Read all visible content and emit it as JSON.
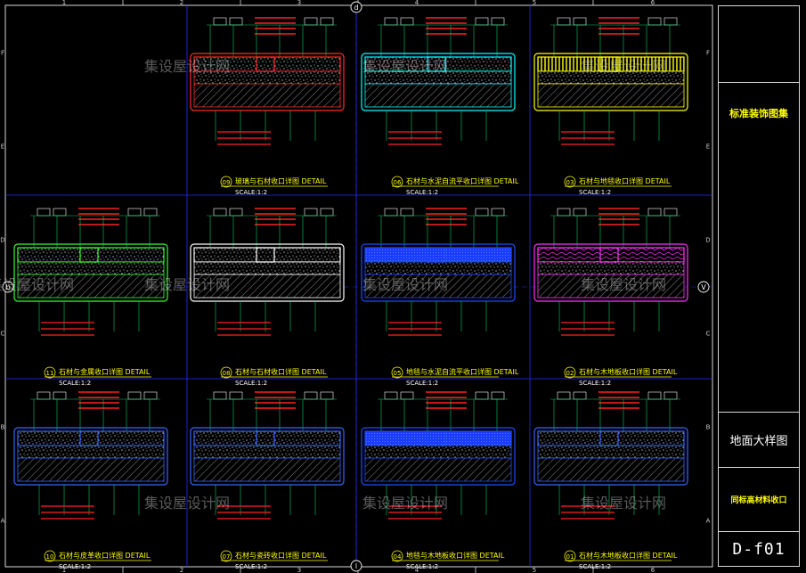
{
  "drawing": {
    "column_labels": [
      "1",
      "2",
      "3",
      "4",
      "5",
      "6"
    ],
    "row_labels": [
      "F",
      "E",
      "D",
      "C",
      "B",
      "A"
    ],
    "axis_markers": {
      "top": "d",
      "bottom": "l",
      "left": "b",
      "right": "V"
    },
    "watermark": "集设屋设计网",
    "detail_suffix": "DETAIL",
    "details": [
      {
        "num": "09",
        "title": "玻璃与石材收口详图",
        "scale": "SCALE:1:2",
        "color": "#ff2a2a",
        "fill": "stone"
      },
      {
        "num": "06",
        "title": "石材与水泥自流平收口详图",
        "scale": "SCALE:1:2",
        "color": "#00ffff",
        "fill": "stone"
      },
      {
        "num": "03",
        "title": "石材与地毯收口详图",
        "scale": "SCALE:1:2",
        "color": "#ffff00",
        "fill": "carpet"
      },
      {
        "num": "11",
        "title": "石材与金属收口详图",
        "scale": "SCALE:1:2",
        "color": "#33ff33",
        "fill": "stone"
      },
      {
        "num": "08",
        "title": "石材与石材收口详图",
        "scale": "SCALE:1:2",
        "color": "#ffffff",
        "fill": "stone"
      },
      {
        "num": "05",
        "title": "地毯与水泥自流平收口详图",
        "scale": "SCALE:1:2",
        "color": "#1a4dff",
        "fill": "blue"
      },
      {
        "num": "02",
        "title": "石材与木地板收口详图",
        "scale": "SCALE:1:2",
        "color": "#ff33ff",
        "fill": "wood"
      },
      {
        "num": "10",
        "title": "石材与皮革收口详图",
        "scale": "SCALE:1:2",
        "color": "#3366ff",
        "fill": "stone"
      },
      {
        "num": "07",
        "title": "石材与瓷砖收口详图",
        "scale": "SCALE:1:2",
        "color": "#3366ff",
        "fill": "stone"
      },
      {
        "num": "04",
        "title": "地毯与木地板收口详图",
        "scale": "SCALE:1:2",
        "color": "#1a4dff",
        "fill": "blue"
      },
      {
        "num": "01",
        "title": "石材与木地板收口详图",
        "scale": "SCALE:1:2",
        "color": "#3366ff",
        "fill": "stone"
      }
    ]
  },
  "title_block": {
    "category": "标准装饰图集",
    "drawing_name": "地面大样图",
    "subtitle": "同标高材料收口",
    "sheet_number": "D-f01"
  },
  "colors": {
    "grid_line": "#2a2aff",
    "frame": "#d8d8d8",
    "annotation_green": "#00cc66",
    "annotation_red": "#ff2020",
    "title_yellow": "#ffff00"
  }
}
